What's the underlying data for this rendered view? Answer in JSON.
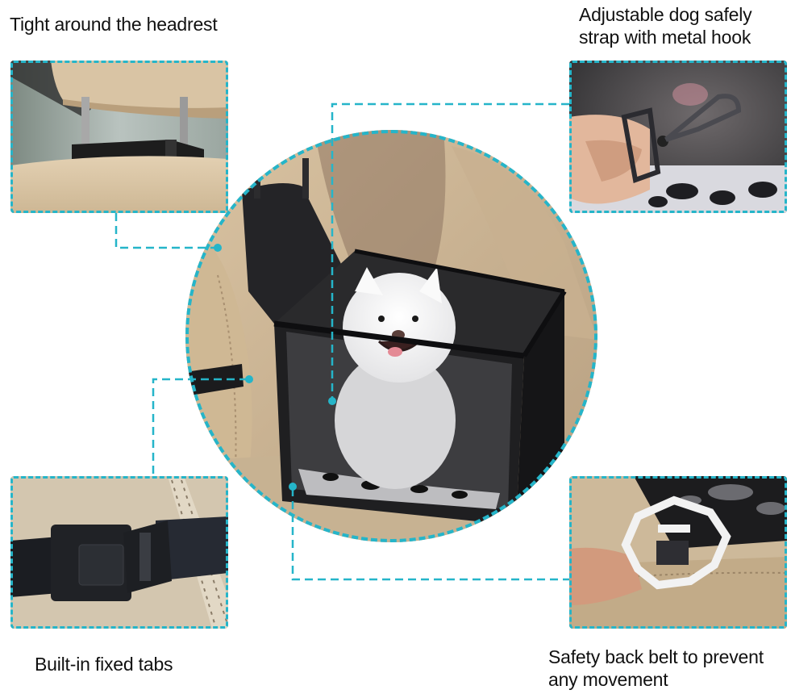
{
  "captions": {
    "top_left": "Tight around the headrest",
    "top_right": "Adjustable dog safely\nstrap with metal hook",
    "bottom_left": "Built-in fixed tabs",
    "bottom_right": "Safety back belt to prevent\n any movement"
  },
  "panels": {
    "top_left": {
      "subject": "headrest strap around metal headrest posts"
    },
    "top_right": {
      "subject": "hand holding metal swivel snap hook"
    },
    "bottom_left": {
      "subject": "black buckle on strap against beige leather seat"
    },
    "bottom_right": {
      "subject": "hand holding white plastic safety belt clip"
    },
    "center": {
      "subject": "white Pomeranian sitting in black mesh car booster seat"
    }
  },
  "colors": {
    "accent": "#25b5c9",
    "text": "#111111",
    "leather": "#d8c3a5",
    "carrier": "#1c1c1e",
    "background": "#ffffff"
  }
}
